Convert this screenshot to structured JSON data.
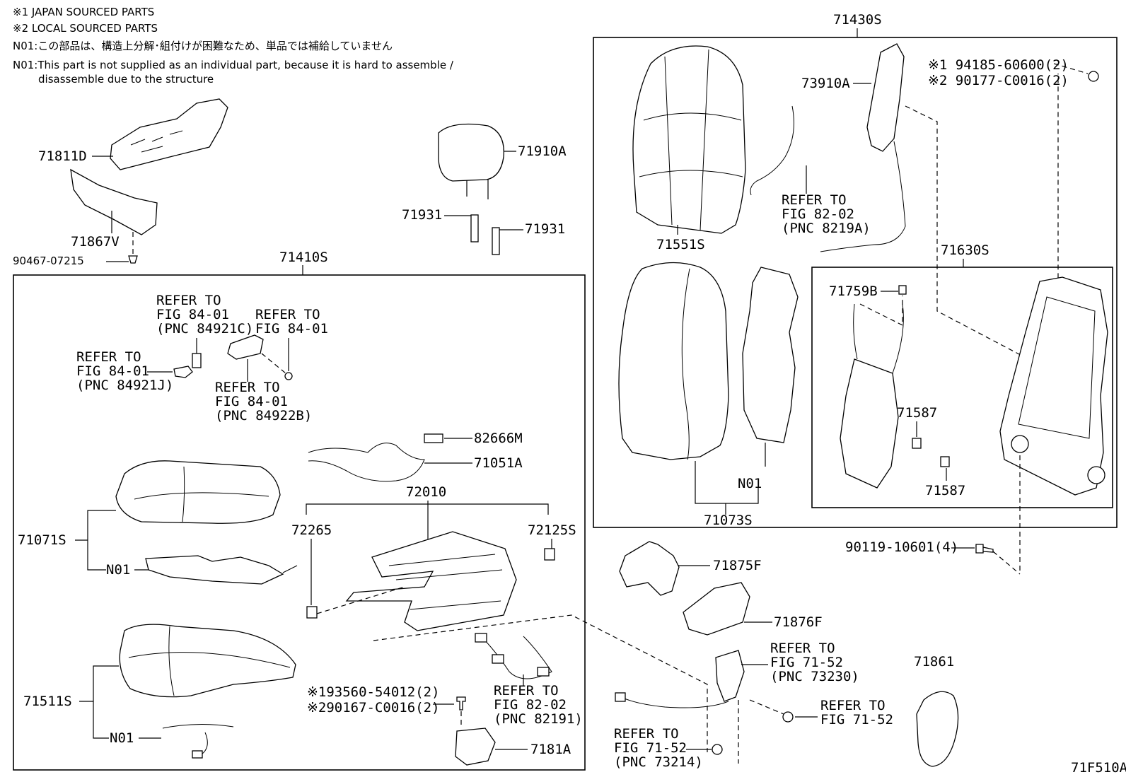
{
  "notes": [
    "※1 JAPAN SOURCED PARTS",
    "※2 LOCAL SOURCED PARTS",
    "N01:この部品は、構造上分解･組付けが困難なため、単品では補給していません",
    "N01:This part is not supplied as an individual part, because it is hard to assemble /",
    "disassemble due to the structure"
  ],
  "labels": {
    "p71430S": "71430S",
    "p71410S": "71410S",
    "p71811D": "71811D",
    "p71867V": "71867V",
    "p90467": "90467-07215",
    "p71910A": "71910A",
    "p71931a": "71931",
    "p71931b": "71931",
    "p73910A": "73910A",
    "fastener1": "※1 94185-60600(2)",
    "fastener2": "※2 90177-C0016(2)",
    "ref_8202a": [
      "REFER TO",
      "FIG 82-02",
      "(PNC 8219A)"
    ],
    "p71551S": "71551S",
    "p71630S": "71630S",
    "p71759B": "71759B",
    "p71587a": "71587",
    "p71587b": "71587",
    "n01_back": "N01",
    "p71073S": "71073S",
    "ref_84921C": [
      "REFER TO",
      "FIG 84-01",
      "(PNC 84921C)"
    ],
    "ref_8401": [
      "REFER TO",
      "FIG 84-01"
    ],
    "ref_84921J": [
      "REFER TO",
      "FIG 84-01",
      "(PNC 84921J)"
    ],
    "ref_84922B": [
      "REFER TO",
      "FIG 84-01",
      "(PNC 84922B)"
    ],
    "p82666M": "82666M",
    "p71051A": "71051A",
    "p72010": "72010",
    "p71071S": "71071S",
    "n01_cush": "N01",
    "p72265": "72265",
    "p72125S": "72125S",
    "p90119": "90119-10601(4)",
    "p71875F": "71875F",
    "p71876F": "71876F",
    "p71511S": "71511S",
    "n01_pad": "N01",
    "ref_8202b": [
      "REFER TO",
      "FIG 82-02",
      "(PNC 82191)"
    ],
    "fastener3": "※193560-54012(2)",
    "fastener4": "※290167-C0016(2)",
    "p7181A": "7181A",
    "ref_73230": [
      "REFER TO",
      "FIG 71-52",
      "(PNC 73230)"
    ],
    "ref_7152": [
      "REFER TO",
      "FIG 71-52"
    ],
    "ref_73214": [
      "REFER TO",
      "FIG 71-52",
      "(PNC 73214)"
    ],
    "p71861": "71861",
    "figure_code": "71F510A"
  }
}
